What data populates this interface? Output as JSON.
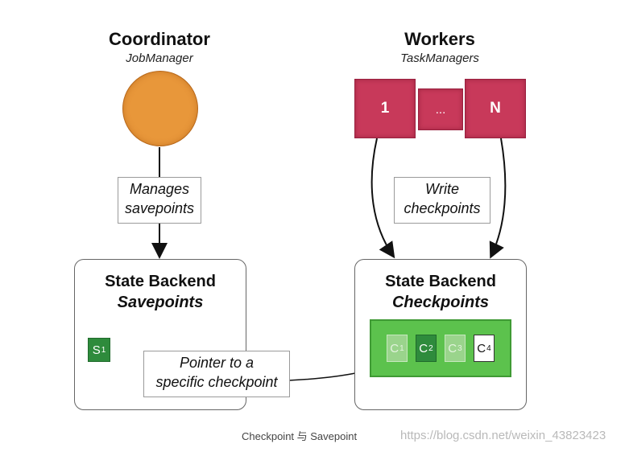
{
  "coordinator": {
    "title": "Coordinator",
    "subtitle": "JobManager",
    "color": "#e8973a"
  },
  "workers": {
    "title": "Workers",
    "subtitle": "TaskManagers",
    "boxes": [
      {
        "label": "1"
      },
      {
        "label": "..."
      },
      {
        "label": "N"
      }
    ],
    "color": "#c8395a"
  },
  "labels": {
    "manages": [
      "Manages",
      "savepoints"
    ],
    "write": [
      "Write",
      "checkpoints"
    ],
    "pointer": [
      "Pointer to a",
      "specific checkpoint"
    ]
  },
  "savepoint_backend": {
    "title": "State Backend",
    "subtitle": "Savepoints"
  },
  "checkpoint_backend": {
    "title": "State Backend",
    "subtitle": "Checkpoints"
  },
  "savepoint_item": {
    "letter": "S",
    "index": "1",
    "color": "#2e8b3c"
  },
  "checkpoints": [
    {
      "letter": "C",
      "index": "1",
      "state": "faded"
    },
    {
      "letter": "C",
      "index": "2",
      "state": "active"
    },
    {
      "letter": "C",
      "index": "3",
      "state": "faded"
    },
    {
      "letter": "C",
      "index": "4",
      "state": "new"
    }
  ],
  "caption": "Checkpoint 与 Savepoint",
  "watermark": "https://blog.csdn.net/weixin_43823423"
}
